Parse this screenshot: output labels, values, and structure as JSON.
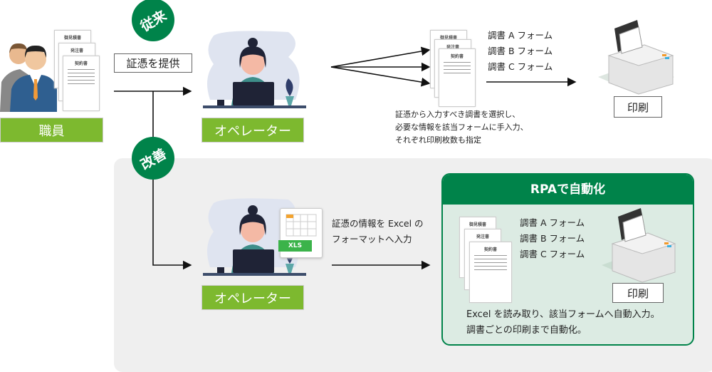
{
  "staff_label": "職員",
  "before_badge": "従来",
  "after_badge": "改善",
  "provide_label": "証憑を提供",
  "operator_label": "オペレーター",
  "documents": [
    "御見積書",
    "発注書",
    "契約書"
  ],
  "forms": [
    "調書 A フォーム",
    "調書 B フォーム",
    "調書 C フォーム"
  ],
  "print_label": "印刷",
  "manual_caption": [
    "証憑から入力すべき調書を選択し、",
    "必要な情報を該当フォームに手入力、",
    "それぞれ印刷枚数も指定"
  ],
  "excel_badge": "XLS",
  "excel_caption": [
    "証憑の情報を Excel の",
    "フォーマットへ入力"
  ],
  "rpa": {
    "title": "RPAで自動化",
    "caption": [
      "Excel を読み取り、該当フォームへ自動入力。",
      "調書ごとの印刷まで自動化。"
    ]
  },
  "colors": {
    "green": "#00834a",
    "lime": "#7db92f",
    "panel": "#efefef",
    "rpa_bg": "#dcebe3"
  }
}
